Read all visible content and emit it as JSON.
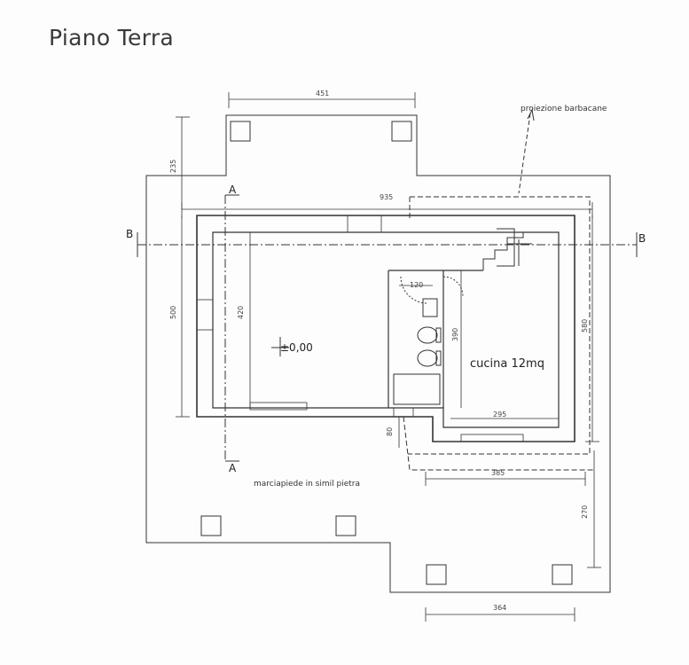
{
  "title": "Piano Terra",
  "annotations": {
    "projection": "proiezione barbacane",
    "sidewalk": "marciapiede in simil pietra",
    "kitchen": "cucina 12mq",
    "level": "±0,00"
  },
  "section_marks": {
    "a_top": "A",
    "a_bottom": "A",
    "b_left": "B",
    "b_right": "B"
  },
  "dimensions": {
    "d451": "451",
    "d935": "935",
    "d235": "235",
    "d500": "500",
    "d420": "420",
    "d120": "120",
    "d390": "390",
    "d580": "580",
    "d295": "295",
    "d80": "80",
    "d385": "385",
    "d270": "270",
    "d364": "364"
  }
}
